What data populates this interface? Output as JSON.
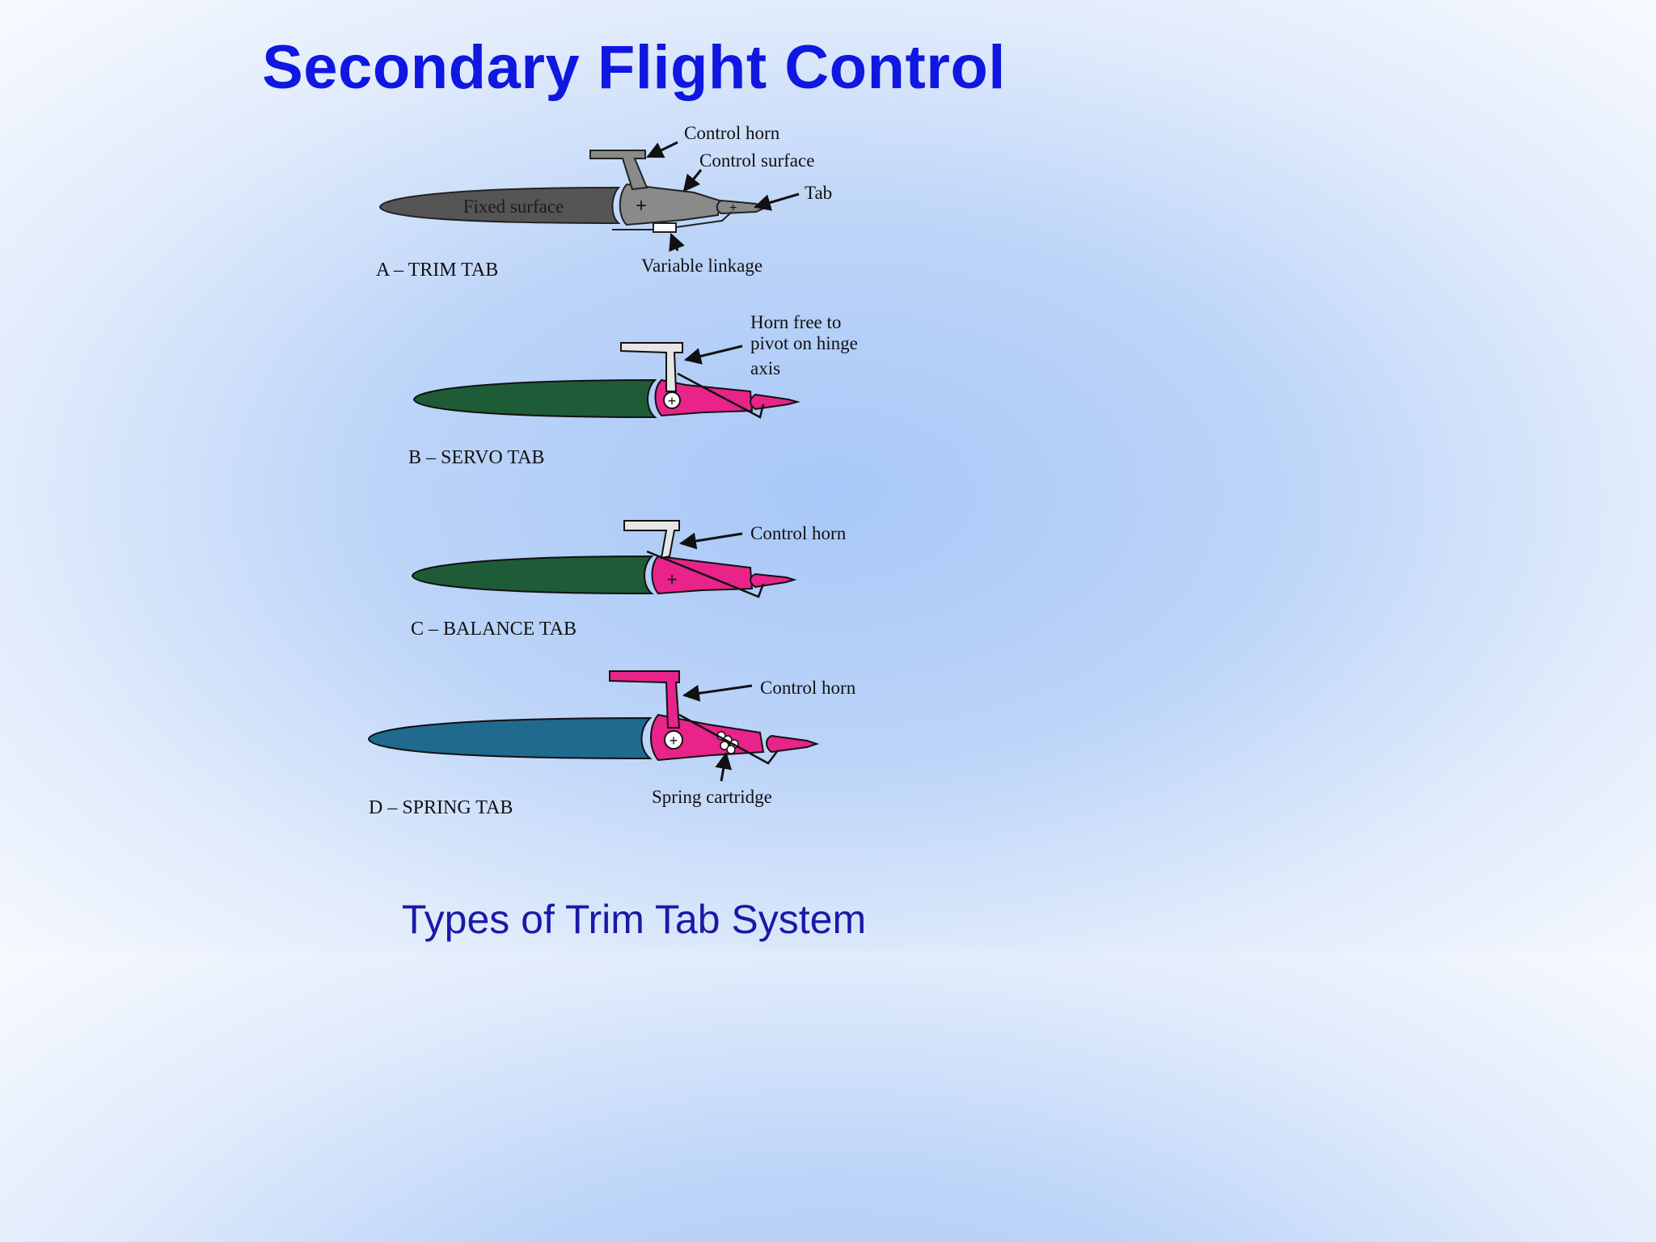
{
  "title": "Secondary Flight Control",
  "caption": "Types of Trim Tab System",
  "colors": {
    "title": "#0f17e0",
    "caption": "#1919a8",
    "fixed_surface_a": "#555555",
    "control_surface_a": "#888888",
    "fixed_surface_green": "#1d5c37",
    "fixed_surface_blue": "#1f6a8e",
    "tab_magenta": "#e8238a"
  },
  "diagrams": {
    "a": {
      "caption": "A – TRIM TAB",
      "fixed_surface": "Fixed surface",
      "control_horn": "Control horn",
      "control_surface": "Control surface",
      "tab": "Tab",
      "variable_linkage": "Variable linkage"
    },
    "b": {
      "caption": "B – SERVO TAB",
      "horn_line1": "Horn free to",
      "horn_line2": "pivot on hinge",
      "horn_line3": "axis"
    },
    "c": {
      "caption": "C – BALANCE TAB",
      "control_horn": "Control horn"
    },
    "d": {
      "caption": "D – SPRING TAB",
      "control_horn": "Control horn",
      "spring_cartridge": "Spring cartridge"
    }
  }
}
